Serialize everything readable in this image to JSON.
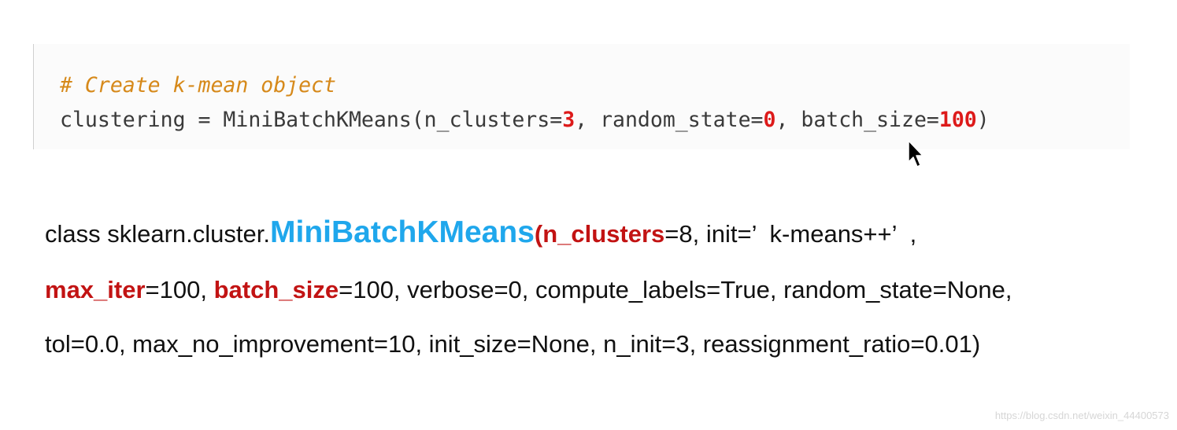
{
  "code": {
    "comment": "# Create k-mean object",
    "statement": {
      "prefix": "clustering = MiniBatchKMeans(n_clusters=",
      "n_clusters": "3",
      "mid1": ", random_state=",
      "random_state": "0",
      "mid2": ", batch_size=",
      "batch_size": "100",
      "suffix": ")"
    }
  },
  "signature": {
    "prefix": "class sklearn.cluster.",
    "class_name": "MiniBatchKMeans",
    "open_paren": "(",
    "p_n_clusters": "n_clusters",
    "l1_rest": "=8, init=’  k-means++’  ,",
    "p_max_iter": "max_iter",
    "l2_mid": "=100, ",
    "p_batch_size": "batch_size",
    "l2_rest": "=100, verbose=0, compute_labels=True, random_state=None,",
    "line3": "tol=0.0, max_no_improvement=10, init_size=None, n_init=3, reassignment_ratio=0.01)"
  },
  "watermark": "https://blog.csdn.net/weixin_44400573",
  "colors": {
    "comment": "#d6891a",
    "number": "#dd1a1a",
    "class_name": "#1fa7ec",
    "param": "#c21313",
    "text": "#111111"
  },
  "icons": {
    "cursor": "mouse-pointer-icon"
  }
}
